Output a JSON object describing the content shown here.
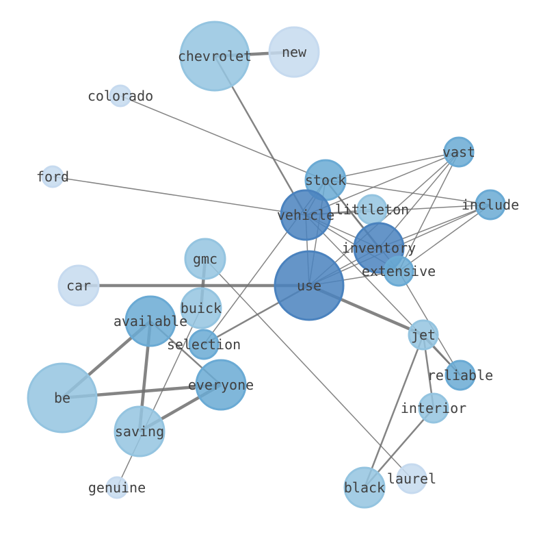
{
  "nodes": [
    {
      "id": "chevrolet",
      "label": "chevrolet",
      "size": "xl",
      "shade": "light"
    },
    {
      "id": "new",
      "label": "new",
      "size": "l",
      "shade": "pale"
    },
    {
      "id": "colorado",
      "label": "colorado",
      "size": "xs",
      "shade": "pale"
    },
    {
      "id": "ford",
      "label": "ford",
      "size": "xs",
      "shade": "pale"
    },
    {
      "id": "vast",
      "label": "vast",
      "size": "s",
      "shade": "mid"
    },
    {
      "id": "stock",
      "label": "stock",
      "size": "m",
      "shade": "mid"
    },
    {
      "id": "littleton",
      "label": "littleton",
      "size": "s",
      "shade": "light"
    },
    {
      "id": "include",
      "label": "include",
      "size": "s",
      "shade": "mid"
    },
    {
      "id": "vehicle",
      "label": "vehicle",
      "size": "l",
      "shade": "dark"
    },
    {
      "id": "inventory",
      "label": "inventory",
      "size": "l",
      "shade": "dark"
    },
    {
      "id": "extensive",
      "label": "extensive",
      "size": "s",
      "shade": "mid"
    },
    {
      "id": "gmc",
      "label": "gmc",
      "size": "m",
      "shade": "light"
    },
    {
      "id": "car",
      "label": "car",
      "size": "m",
      "shade": "pale"
    },
    {
      "id": "use",
      "label": "use",
      "size": "xl",
      "shade": "dark"
    },
    {
      "id": "buick",
      "label": "buick",
      "size": "m",
      "shade": "light"
    },
    {
      "id": "available",
      "label": "available",
      "size": "l",
      "shade": "mid"
    },
    {
      "id": "selection",
      "label": "selection",
      "size": "s",
      "shade": "mid"
    },
    {
      "id": "jet",
      "label": "jet",
      "size": "s",
      "shade": "light"
    },
    {
      "id": "reliable",
      "label": "reliable",
      "size": "s",
      "shade": "mid"
    },
    {
      "id": "be",
      "label": "be",
      "size": "xl",
      "shade": "light"
    },
    {
      "id": "everyone",
      "label": "everyone",
      "size": "l",
      "shade": "mid"
    },
    {
      "id": "interior",
      "label": "interior",
      "size": "s",
      "shade": "light"
    },
    {
      "id": "saving",
      "label": "saving",
      "size": "l",
      "shade": "light"
    },
    {
      "id": "laurel",
      "label": "laurel",
      "size": "s",
      "shade": "pale"
    },
    {
      "id": "genuine",
      "label": "genuine",
      "size": "xs",
      "shade": "pale"
    },
    {
      "id": "black",
      "label": "black",
      "size": "m",
      "shade": "light"
    }
  ],
  "edges": [
    {
      "source": "chevrolet",
      "target": "new",
      "weight": "heavy"
    },
    {
      "source": "chevrolet",
      "target": "vehicle",
      "weight": "medium"
    },
    {
      "source": "colorado",
      "target": "stock",
      "weight": "light"
    },
    {
      "source": "ford",
      "target": "vehicle",
      "weight": "light"
    },
    {
      "source": "stock",
      "target": "vehicle",
      "weight": "light"
    },
    {
      "source": "stock",
      "target": "include",
      "weight": "light"
    },
    {
      "source": "stock",
      "target": "inventory",
      "weight": "medium"
    },
    {
      "source": "stock",
      "target": "extensive",
      "weight": "light"
    },
    {
      "source": "stock",
      "target": "use",
      "weight": "light"
    },
    {
      "source": "stock",
      "target": "vast",
      "weight": "light"
    },
    {
      "source": "stock",
      "target": "selection",
      "weight": "light"
    },
    {
      "source": "vast",
      "target": "vehicle",
      "weight": "light"
    },
    {
      "source": "vast",
      "target": "inventory",
      "weight": "light"
    },
    {
      "source": "vast",
      "target": "use",
      "weight": "light"
    },
    {
      "source": "vast",
      "target": "extensive",
      "weight": "light"
    },
    {
      "source": "include",
      "target": "vehicle",
      "weight": "light"
    },
    {
      "source": "include",
      "target": "inventory",
      "weight": "light"
    },
    {
      "source": "include",
      "target": "use",
      "weight": "light"
    },
    {
      "source": "include",
      "target": "extensive",
      "weight": "light"
    },
    {
      "source": "vehicle",
      "target": "littleton",
      "weight": "light"
    },
    {
      "source": "vehicle",
      "target": "inventory",
      "weight": "light"
    },
    {
      "source": "vehicle",
      "target": "extensive",
      "weight": "light"
    },
    {
      "source": "vehicle",
      "target": "use",
      "weight": "light"
    },
    {
      "source": "vehicle",
      "target": "reliable",
      "weight": "light"
    },
    {
      "source": "inventory",
      "target": "use",
      "weight": "light"
    },
    {
      "source": "extensive",
      "target": "use",
      "weight": "light"
    },
    {
      "source": "extensive",
      "target": "reliable",
      "weight": "light"
    },
    {
      "source": "car",
      "target": "use",
      "weight": "heavy"
    },
    {
      "source": "use",
      "target": "selection",
      "weight": "medium"
    },
    {
      "source": "use",
      "target": "jet",
      "weight": "heavy"
    },
    {
      "source": "gmc",
      "target": "buick",
      "weight": "heavy"
    },
    {
      "source": "gmc",
      "target": "laurel",
      "weight": "light"
    },
    {
      "source": "buick",
      "target": "genuine",
      "weight": "light"
    },
    {
      "source": "available",
      "target": "be",
      "weight": "heavy"
    },
    {
      "source": "available",
      "target": "saving",
      "weight": "heavy"
    },
    {
      "source": "available",
      "target": "everyone",
      "weight": "medium"
    },
    {
      "source": "be",
      "target": "everyone",
      "weight": "heavy"
    },
    {
      "source": "saving",
      "target": "everyone",
      "weight": "heavy"
    },
    {
      "source": "jet",
      "target": "reliable",
      "weight": "medium"
    },
    {
      "source": "jet",
      "target": "interior",
      "weight": "medium"
    },
    {
      "source": "jet",
      "target": "black",
      "weight": "medium"
    },
    {
      "source": "interior",
      "target": "black",
      "weight": "medium"
    }
  ],
  "colors": {
    "dark": "#4a82be",
    "mid": "#6aaad4",
    "light": "#94c4e0",
    "pale": "#c6daef",
    "edge": "#6e6e6e",
    "label": "#404040"
  }
}
